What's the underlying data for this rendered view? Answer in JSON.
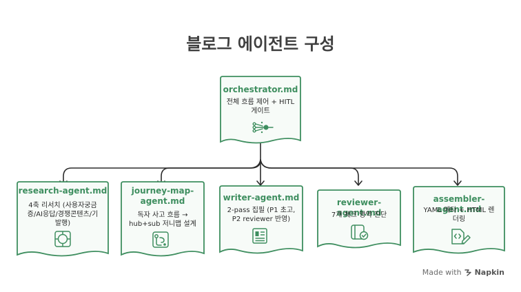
{
  "title": "블로그 에이전트 구성",
  "root": {
    "name": "orchestrator.md",
    "desc_lines": [
      "전체 흐름 제어 + HITL",
      "게이트"
    ],
    "icon": "hub-network-icon"
  },
  "children": [
    {
      "name_lines": [
        "research-agent.md"
      ],
      "desc_lines": [
        "4축 리서치 (사용자궁금",
        "증/AI응답/경쟁콘텐츠/기",
        "발행)"
      ],
      "icon": "target-icon"
    },
    {
      "name_lines": [
        "journey-map-",
        "agent.md"
      ],
      "desc_lines": [
        "독자 사고 흐름 →",
        "hub+sub 저니맵 설계"
      ],
      "icon": "route-map-icon"
    },
    {
      "name_lines": [
        "writer-agent.md"
      ],
      "desc_lines": [
        "2-pass 집필 (P1 초고,",
        "P2 reviewer 반영)"
      ],
      "icon": "document-icon"
    },
    {
      "name_lines": [
        "reviewer-agent.md"
      ],
      "desc_lines": [
        "7개 체크 영역 진단"
      ],
      "icon": "check-badge-icon"
    },
    {
      "name_lines": [
        "assembler-agent.md"
      ],
      "desc_lines": [
        "YAML 메타 + HTML 렌",
        "더링"
      ],
      "icon": "code-edit-icon"
    }
  ],
  "branding": {
    "made_with": "Made with",
    "brand": "Napkin",
    "icon": "napkin-logo-icon"
  },
  "colors": {
    "accent": "#3e8e5f",
    "fill": "#f7fbf8",
    "line": "#2b2b2b"
  }
}
